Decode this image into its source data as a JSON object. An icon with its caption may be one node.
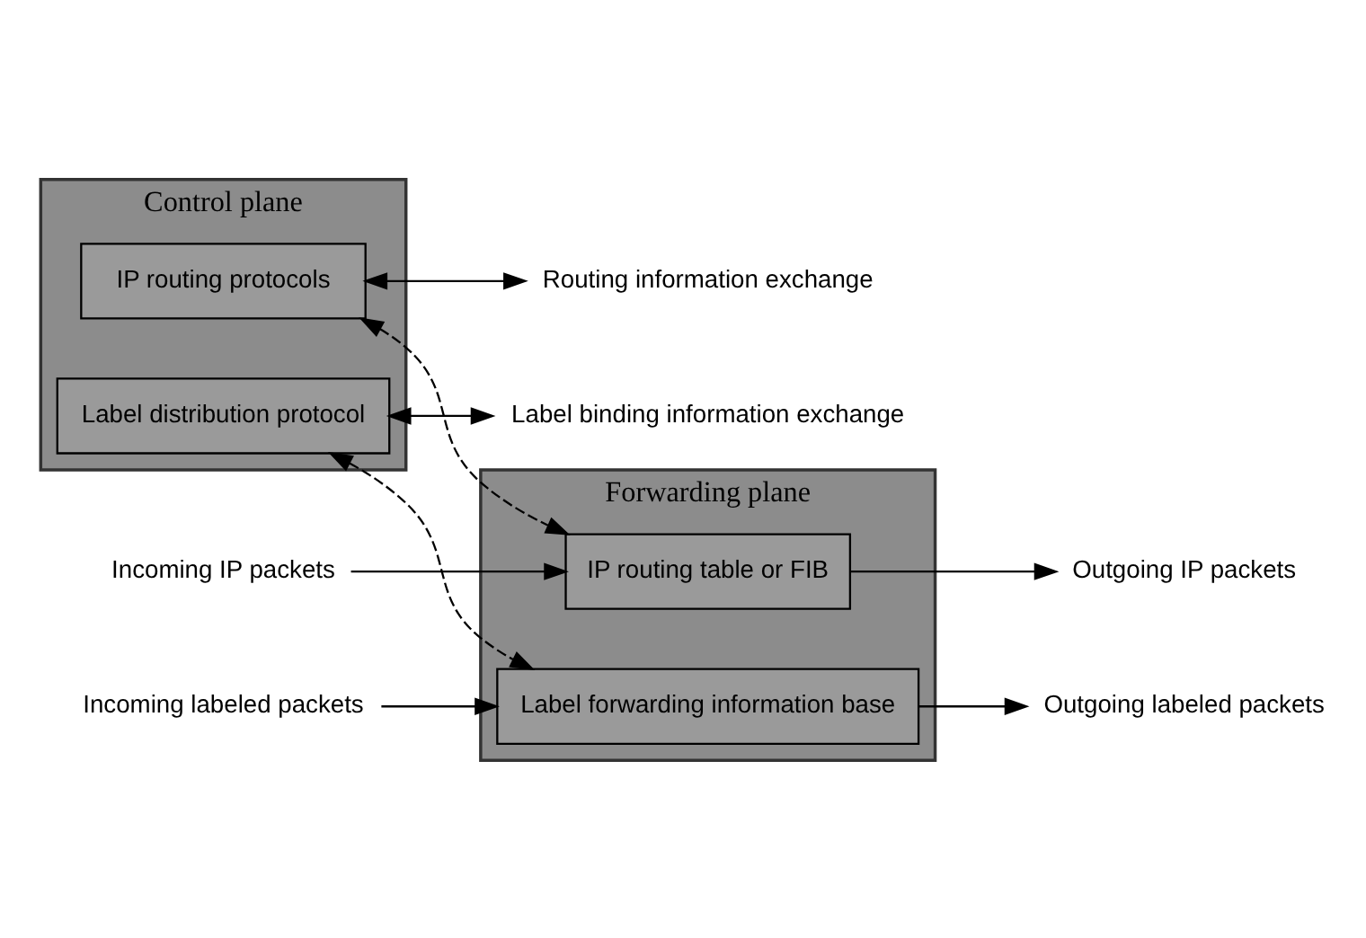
{
  "diagram": {
    "nodes": [
      {
        "text": [
          "Control plane"
        ]
      },
      {
        "text": [
          "IP routing protocols"
        ],
        "in": 0
      },
      {
        "text": [
          "Label distribution protocol"
        ],
        "in": 0
      },
      {
        "text": [
          "Routing information exchange"
        ]
      },
      {
        "text": [
          "Label binding information exchange"
        ]
      },
      {
        "text": [
          "Forwarding plane"
        ]
      },
      {
        "text": [
          "IP routing table or FIB"
        ],
        "in": 5
      },
      {
        "text": [
          "Label forwarding information base"
        ],
        "in": 5
      },
      {
        "text": [
          "Incoming IP packets"
        ]
      },
      {
        "text": [
          "Incoming labeled packets"
        ]
      },
      {
        "text": [
          "Outgoing IP packets"
        ]
      },
      {
        "text": [
          "Outgoing labeled packets"
        ]
      }
    ],
    "edges": [
      {
        "from": 1,
        "to": 6,
        "arrow": "both",
        "style": "dashed"
      },
      {
        "from": 2,
        "to": 7,
        "arrow": "both",
        "style": "dashed"
      },
      {
        "from": 1,
        "to": 3,
        "arrow": "both"
      },
      {
        "from": 2,
        "to": 4,
        "arrow": "both"
      },
      {
        "from": 8,
        "to": 6,
        "arrow": "to"
      },
      {
        "from": 9,
        "to": 7,
        "arrow": "to"
      },
      {
        "from": 6,
        "to": 10,
        "arrow": "to"
      },
      {
        "from": 7,
        "to": 11,
        "arrow": "to"
      }
    ]
  }
}
